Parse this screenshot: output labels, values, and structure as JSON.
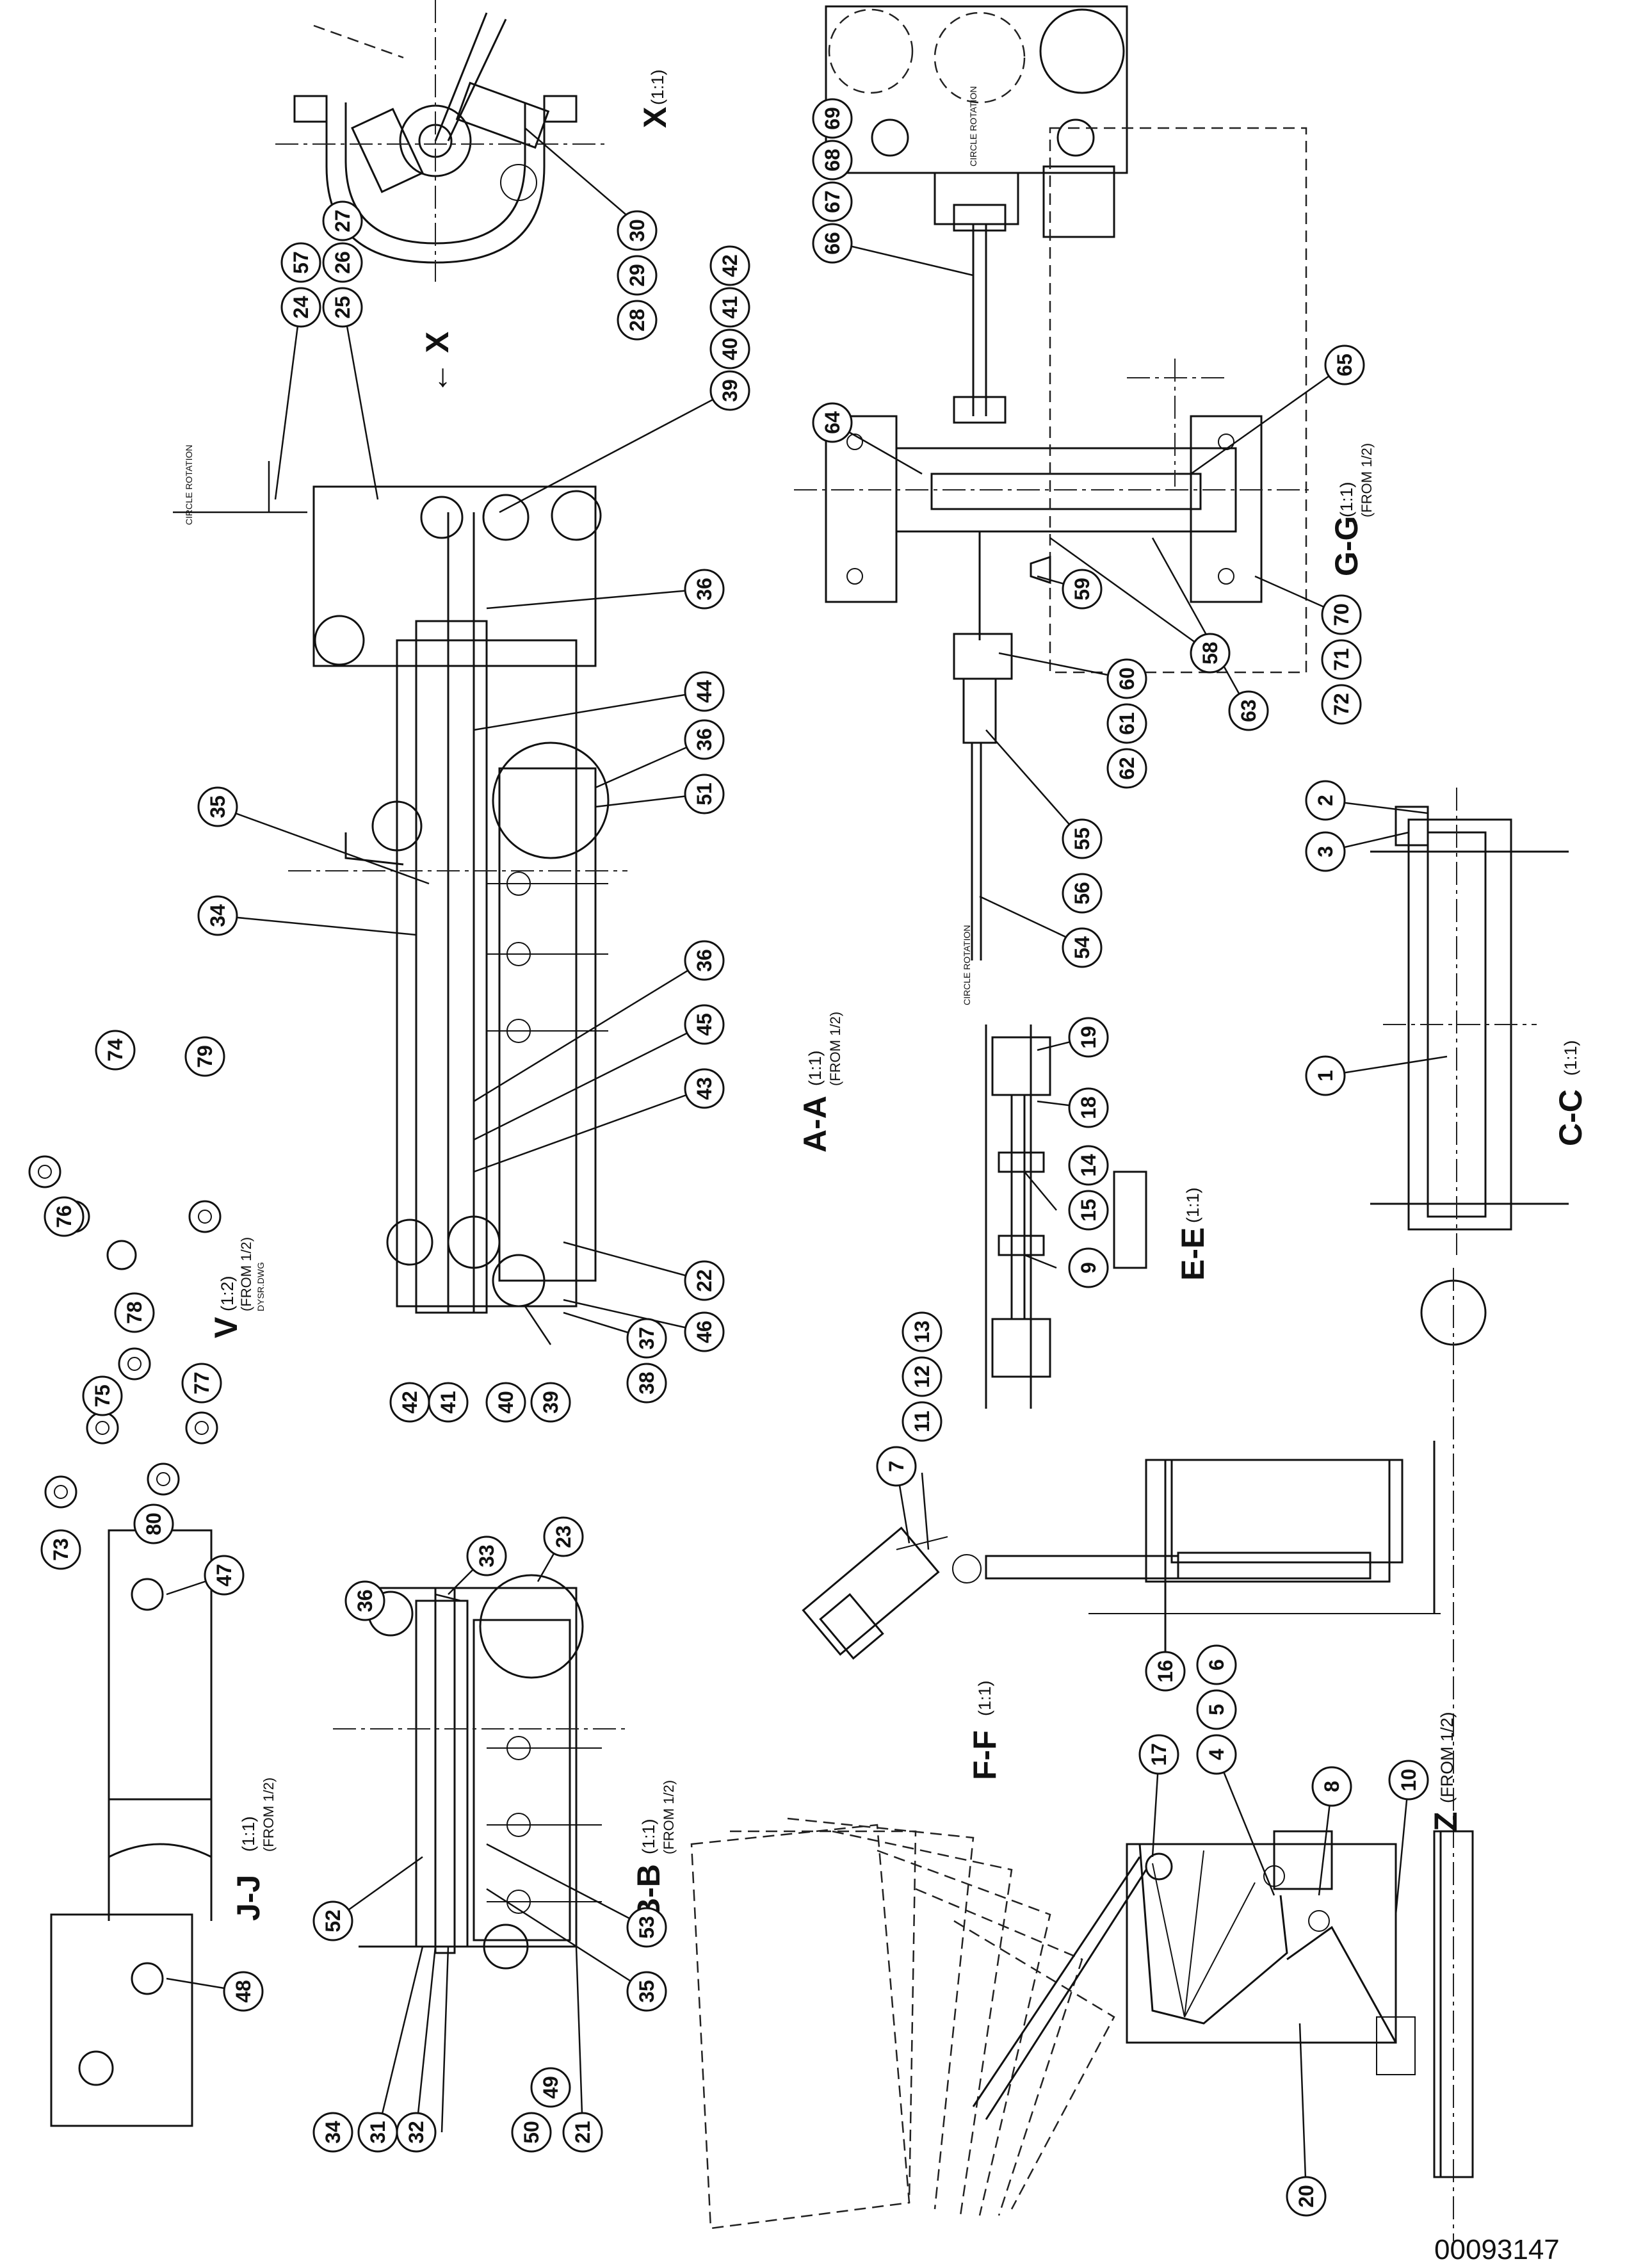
{
  "drawing_number": "00093147",
  "views": [
    {
      "title": "X",
      "scale": "(1:1)",
      "from": ""
    },
    {
      "title": "A-A",
      "scale": "(1:1)",
      "from": "(FROM 1/2)"
    },
    {
      "title": "G-G",
      "scale": "(1:1)",
      "from": "(FROM 1/2)"
    },
    {
      "title": "C-C",
      "scale": "(1:1)",
      "from": ""
    },
    {
      "title": "E-E",
      "scale": "(1:1)",
      "from": ""
    },
    {
      "title": "F-F",
      "scale": "(1:1)",
      "from": ""
    },
    {
      "title": "Z",
      "scale": "(FROM 1/2)",
      "from": ""
    },
    {
      "title": "V",
      "scale": "(1:2)",
      "from": "(FROM 1/2)",
      "note": "DYSR.DWG"
    },
    {
      "title": "B-B",
      "scale": "(1:1)",
      "from": "(FROM 1/2)"
    },
    {
      "title": "J-J",
      "scale": "(1:1)",
      "from": "(FROM 1/2)"
    }
  ],
  "view_arrow_label": "← X",
  "cable_labels": [
    "CIRCLE ROTATION",
    "CIRCLE ROTATION",
    "CIRCLE ROTATION"
  ],
  "balloons": [
    "30",
    "29",
    "28",
    "25",
    "26",
    "27",
    "24",
    "57",
    "39",
    "40",
    "41",
    "42",
    "36",
    "44",
    "36",
    "51",
    "35",
    "34",
    "36",
    "45",
    "43",
    "22",
    "46",
    "38",
    "37",
    "42",
    "41",
    "40",
    "39",
    "66",
    "67",
    "68",
    "69",
    "64",
    "65",
    "59",
    "60",
    "61",
    "62",
    "58",
    "63",
    "55",
    "56",
    "54",
    "70",
    "71",
    "72",
    "19",
    "18",
    "14",
    "15",
    "9",
    "2",
    "3",
    "1",
    "74",
    "79",
    "76",
    "78",
    "75",
    "77",
    "73",
    "80",
    "36",
    "33",
    "23",
    "47",
    "48",
    "52",
    "53",
    "35",
    "34",
    "31",
    "32",
    "50",
    "49",
    "21",
    "7",
    "11",
    "12",
    "13",
    "16",
    "17",
    "4",
    "5",
    "6",
    "8",
    "10",
    "20"
  ]
}
